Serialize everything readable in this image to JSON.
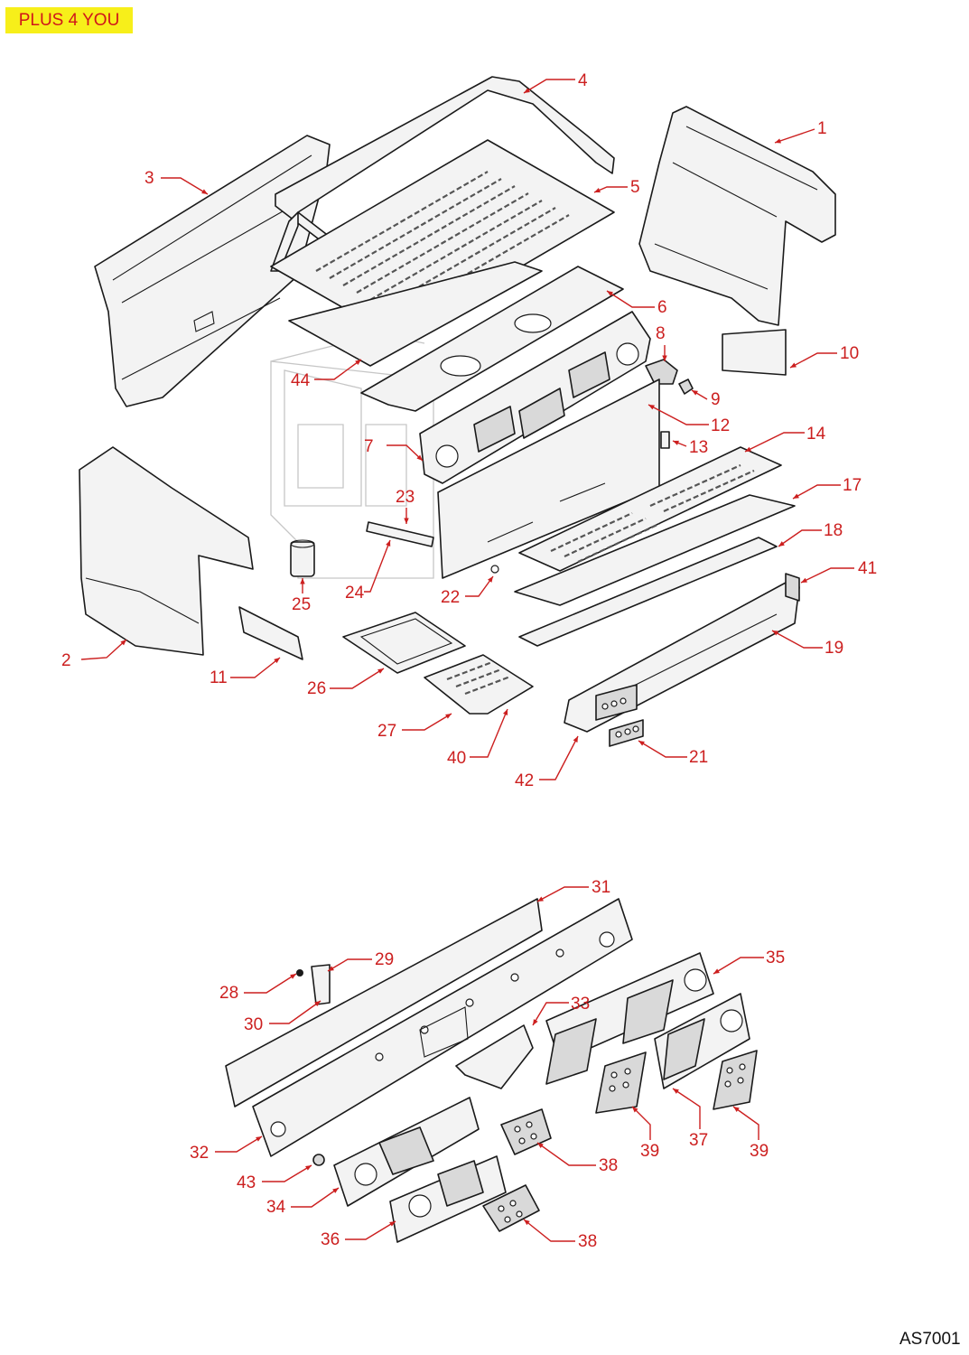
{
  "badge": {
    "text": "PLUS 4 YOU",
    "background": "#f7ef1a",
    "color": "#d0161a"
  },
  "drawing_code": "AS7001",
  "callout_color": "#cc1f1f",
  "callouts": [
    {
      "id": "c1",
      "label": "1"
    },
    {
      "id": "c2",
      "label": "2"
    },
    {
      "id": "c3",
      "label": "3"
    },
    {
      "id": "c4",
      "label": "4"
    },
    {
      "id": "c5",
      "label": "5"
    },
    {
      "id": "c6",
      "label": "6"
    },
    {
      "id": "c7",
      "label": "7"
    },
    {
      "id": "c8",
      "label": "8"
    },
    {
      "id": "c9",
      "label": "9"
    },
    {
      "id": "c10",
      "label": "10"
    },
    {
      "id": "c11",
      "label": "11"
    },
    {
      "id": "c12",
      "label": "12"
    },
    {
      "id": "c13",
      "label": "13"
    },
    {
      "id": "c14",
      "label": "14"
    },
    {
      "id": "c17",
      "label": "17"
    },
    {
      "id": "c18",
      "label": "18"
    },
    {
      "id": "c19",
      "label": "19"
    },
    {
      "id": "c21",
      "label": "21"
    },
    {
      "id": "c22",
      "label": "22"
    },
    {
      "id": "c23",
      "label": "23"
    },
    {
      "id": "c24",
      "label": "24"
    },
    {
      "id": "c25",
      "label": "25"
    },
    {
      "id": "c26",
      "label": "26"
    },
    {
      "id": "c27",
      "label": "27"
    },
    {
      "id": "c40",
      "label": "40"
    },
    {
      "id": "c41",
      "label": "41"
    },
    {
      "id": "c42",
      "label": "42"
    },
    {
      "id": "c44",
      "label": "44"
    },
    {
      "id": "c28",
      "label": "28"
    },
    {
      "id": "c29",
      "label": "29"
    },
    {
      "id": "c30",
      "label": "30"
    },
    {
      "id": "c31",
      "label": "31"
    },
    {
      "id": "c32",
      "label": "32"
    },
    {
      "id": "c33",
      "label": "33"
    },
    {
      "id": "c34",
      "label": "34"
    },
    {
      "id": "c35",
      "label": "35"
    },
    {
      "id": "c36",
      "label": "36"
    },
    {
      "id": "c37",
      "label": "37"
    },
    {
      "id": "c38a",
      "label": "38"
    },
    {
      "id": "c38b",
      "label": "38"
    },
    {
      "id": "c39a",
      "label": "39"
    },
    {
      "id": "c39b",
      "label": "39"
    },
    {
      "id": "c43",
      "label": "43"
    }
  ]
}
